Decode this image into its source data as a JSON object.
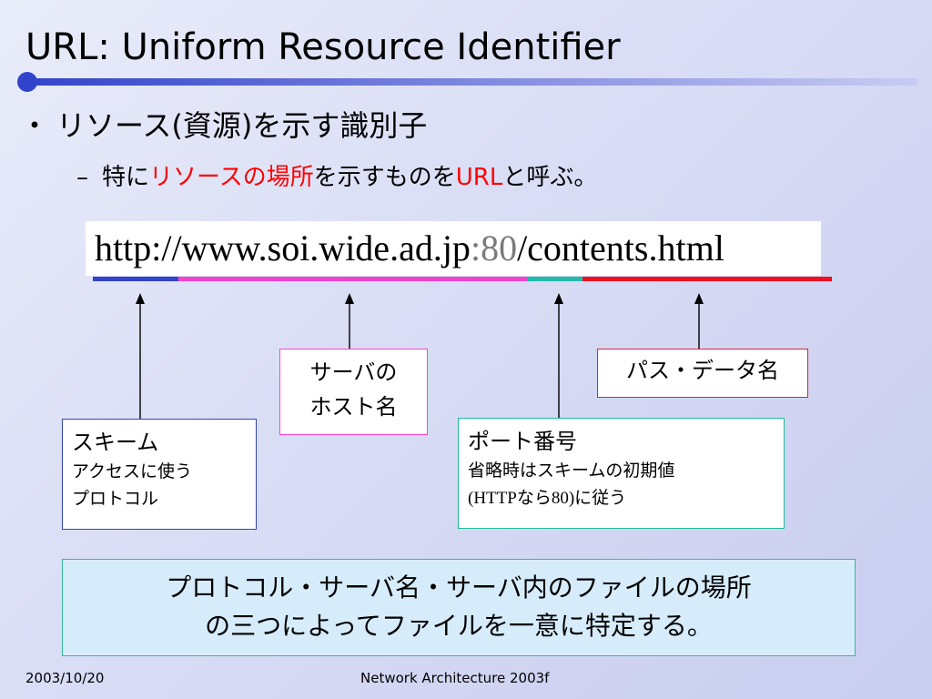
{
  "slide": {
    "title": "URL: Uniform Resource Identifier",
    "bullet1_marker": "・",
    "bullet1_text": "リソース(資源)を示す識別子",
    "bullet2_marker": "–",
    "bullet2": {
      "part1": "特に",
      "part2_highlight": "リソースの場所",
      "part3": "を示すものを",
      "part4_highlight": "URL",
      "part5": "と呼ぶ。"
    }
  },
  "url": {
    "scheme_host": "http://www.soi.wide.ad.jp",
    "colon": ":",
    "port": "80",
    "path": "/contents.html"
  },
  "segment_colors": {
    "scheme": "#3344cc",
    "host": "#ee44cc",
    "port": "#22bbaa",
    "path": "#ee1122"
  },
  "labels": {
    "scheme": {
      "title": "スキーム",
      "line1": "アクセスに使う",
      "line2": "プロトコル"
    },
    "server": {
      "line1": "サーバの",
      "line2": "ホスト名"
    },
    "port": {
      "title": "ポート番号",
      "line1": "省略時はスキームの初期値",
      "line2_prefix": "(HTTP",
      "line2_mid": "なら",
      "line2_num": "80)",
      "line2_suffix": "に従う"
    },
    "path": {
      "title": "パス・データ名"
    }
  },
  "summary": {
    "line1": "プロトコル・サーバ名・サーバ内のファイルの場所",
    "line2": "の三つによってファイルを一意に特定する。"
  },
  "footer": {
    "date": "2003/10/20",
    "title": "Network Architecture 2003f"
  },
  "theme": {
    "accent": "#3344cc",
    "highlight": "#ff0000"
  }
}
